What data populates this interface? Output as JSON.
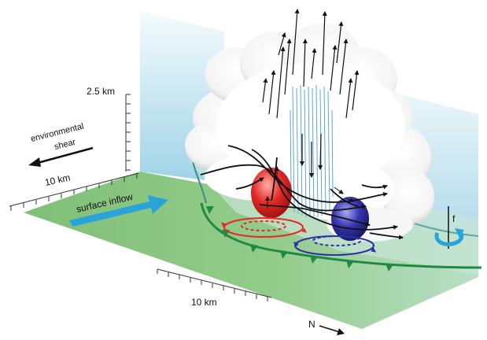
{
  "labels": {
    "height_scale": "2.5 km",
    "env_shear_line1": "environmental",
    "env_shear_line2": "shear",
    "left_scale": "10 km",
    "surface_inflow": "surface inflow",
    "bottom_scale": "10 km",
    "north": "N",
    "coriolis": "f"
  },
  "colors": {
    "sky_top": "#ffffff",
    "sky_bottom": "#9fd3e6",
    "ground": "#86c47f",
    "gust_front": "#1f8a43",
    "updraft": "#e52a28",
    "downdraft": "#2f2fa6",
    "inflow_arrow": "#2aa3d8",
    "rain": "#5aa9cf"
  }
}
